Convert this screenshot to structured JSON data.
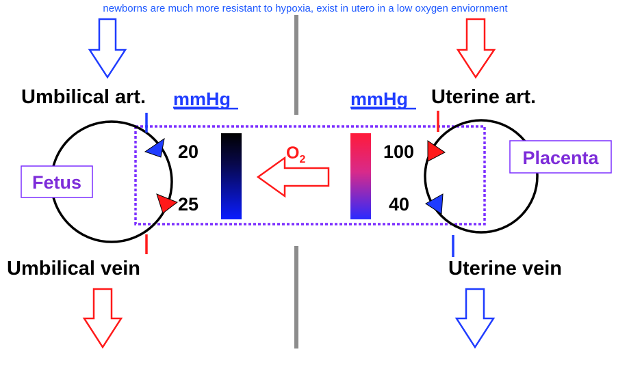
{
  "note": "newborns are much more resistant to hypoxia, exist in utero in a low oxygen enviornment",
  "fetal_side": {
    "artery_label": "Umbilical art.",
    "vein_label": "Umbilical vein",
    "organ_label": "Fetus",
    "unit": "mmHg",
    "artery_po2": "20",
    "vein_po2": "25"
  },
  "maternal_side": {
    "artery_label": "Uterine art.",
    "vein_label": "Uterine vein",
    "organ_label": "Placenta",
    "unit": "mmHg",
    "artery_po2": "100",
    "vein_po2": "40"
  },
  "transfer": {
    "gas": "O",
    "subscript": "2"
  },
  "colors": {
    "arterial_red": "#ff1a1a",
    "venous_blue": "#1f3cff",
    "box_purple": "#7b2fff",
    "organ_text": "#7d2cd9",
    "unit_blue": "#1f3cff",
    "divider_gray": "#8c8c8c",
    "note_blue": "#1f5aff"
  }
}
